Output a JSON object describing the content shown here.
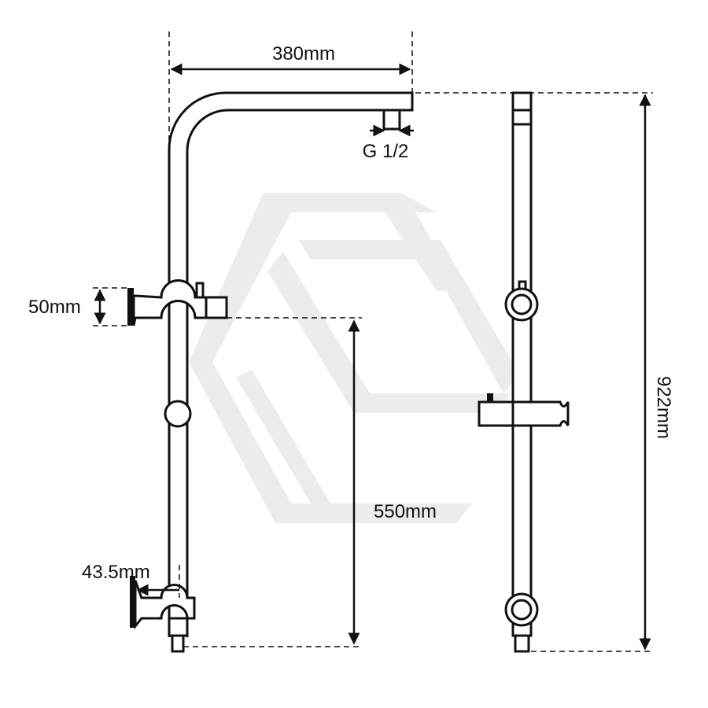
{
  "diagram": {
    "dimensions": {
      "arm_length": "380mm",
      "thread": "G 1/2",
      "bracket_height": "50mm",
      "rail_length": "550mm",
      "total_height": "922mm",
      "bracket_offset": "43.5mm"
    },
    "colors": {
      "line": "#111111",
      "watermark": "#ececec"
    }
  }
}
